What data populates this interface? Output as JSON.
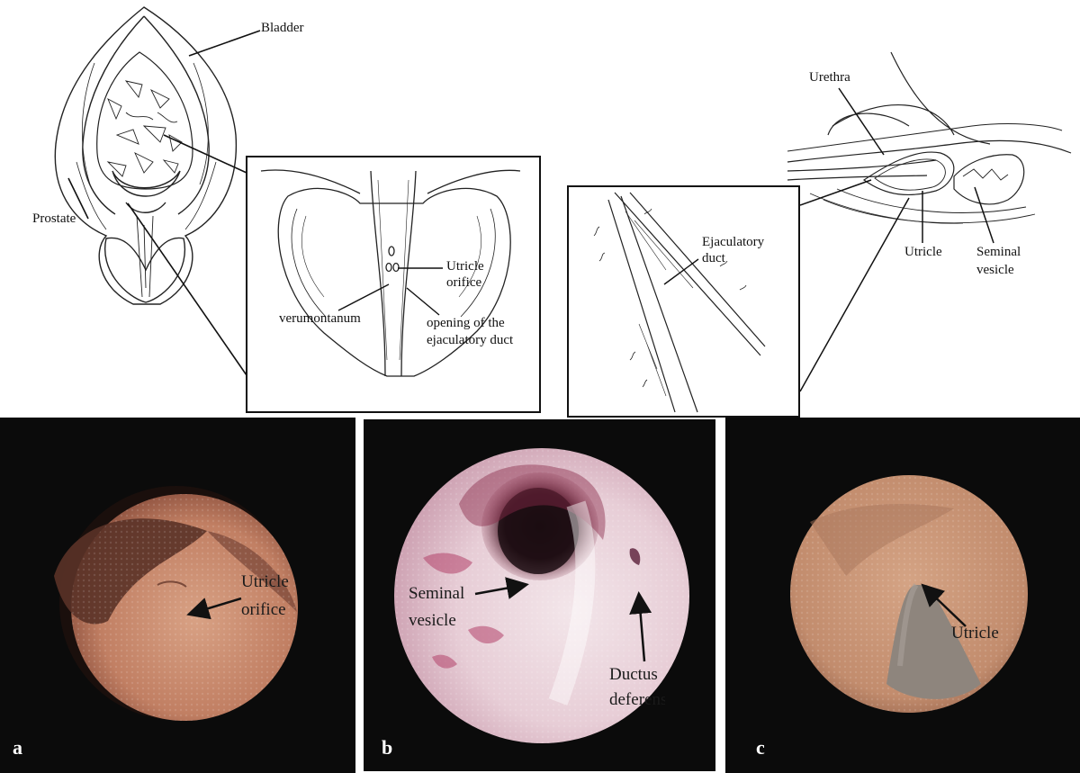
{
  "labels": {
    "bladder": "Bladder",
    "prostate": "Prostate",
    "utricle_orifice_l1": "Utricle",
    "utricle_orifice_l2": "orifice",
    "verumontanum": "verumontanum",
    "opening_l1": "opening of the",
    "opening_l2": "ejaculatory duct",
    "urethra": "Urethra",
    "ejac_duct_l1": "Ejaculatory",
    "ejac_duct_l2": "duct",
    "utricle": "Utricle",
    "seminal_l1": "Seminal",
    "seminal_l2": "vesicle"
  },
  "photos": {
    "a": {
      "panel": "a",
      "label_l1": "Utricle",
      "label_l2": "orifice"
    },
    "b": {
      "panel": "b",
      "seminal_l1": "Seminal",
      "seminal_l2": "vesicle",
      "ductus_l1": "Ductus",
      "ductus_l2": "deferens"
    },
    "c": {
      "panel": "c",
      "label": "Utricle"
    }
  },
  "colors": {
    "photo_bg": "#0b0b0b",
    "tissue_a": "#c98b6e",
    "tissue_b": "#e9d5dc",
    "tissue_c": "#c59275",
    "line": "#111111"
  }
}
